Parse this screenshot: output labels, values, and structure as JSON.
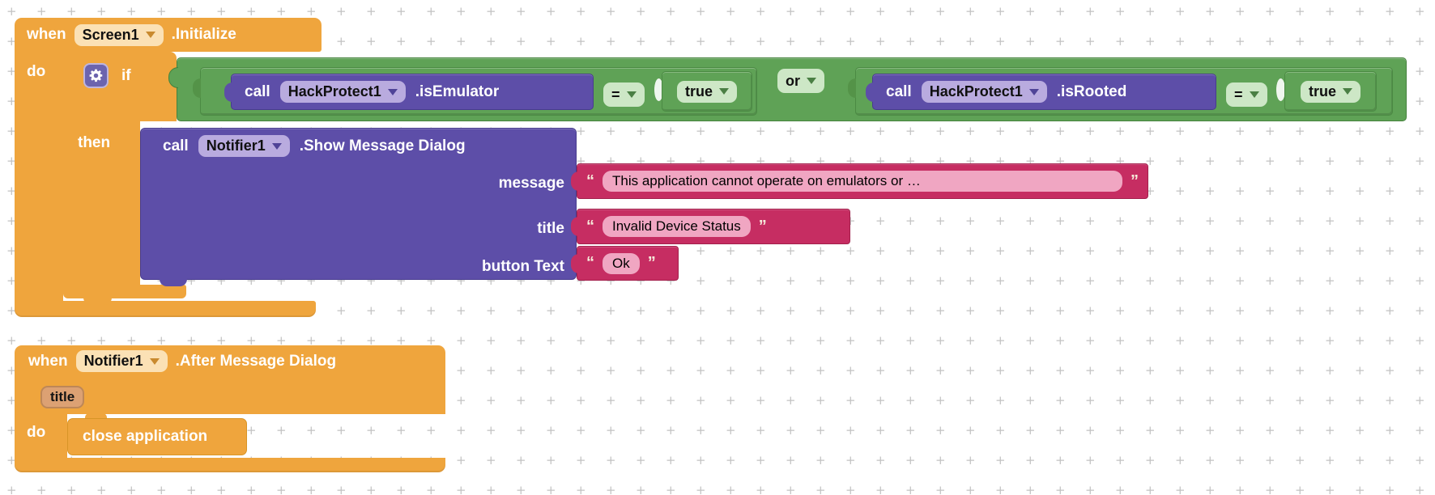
{
  "workspace": {
    "plus_glyph": "+",
    "grid_color": "#c3c3c3"
  },
  "colors": {
    "event_orange": "#EFA53D",
    "logic_green": "#5FA256",
    "call_purple": "#5D4EA8",
    "text_pink": "#C62D62",
    "pill_cream": "#FBE1B5",
    "pill_lavender": "#B9ABDF",
    "pill_green": "#CDE7C6",
    "pill_pink": "#F0A6C2",
    "param_chip": "#DCA173",
    "gear_button": "#6C64AE"
  },
  "block1": {
    "when": "when",
    "component": "Screen1",
    "event": ".Initialize",
    "do": "do",
    "if": "if",
    "then": "then",
    "or": "or",
    "cond_left": {
      "call": "call",
      "component": "HackProtect1",
      "method": ".isEmulator",
      "op": "=",
      "value": "true"
    },
    "cond_right": {
      "call": "call",
      "component": "HackProtect1",
      "method": ".isRooted",
      "op": "=",
      "value": "true"
    },
    "dialog": {
      "call": "call",
      "component": "Notifier1",
      "method": ".Show Message Dialog",
      "open_quote": "“",
      "close_quote": "”",
      "params": [
        {
          "label": "message",
          "value": "This application cannot operate on emulators or …"
        },
        {
          "label": "title",
          "value": "Invalid Device Status"
        },
        {
          "label": "button Text",
          "value": "Ok"
        }
      ]
    }
  },
  "block2": {
    "when": "when",
    "component": "Notifier1",
    "event": ".After Message Dialog",
    "param": "title",
    "do": "do",
    "statement": "close application"
  }
}
